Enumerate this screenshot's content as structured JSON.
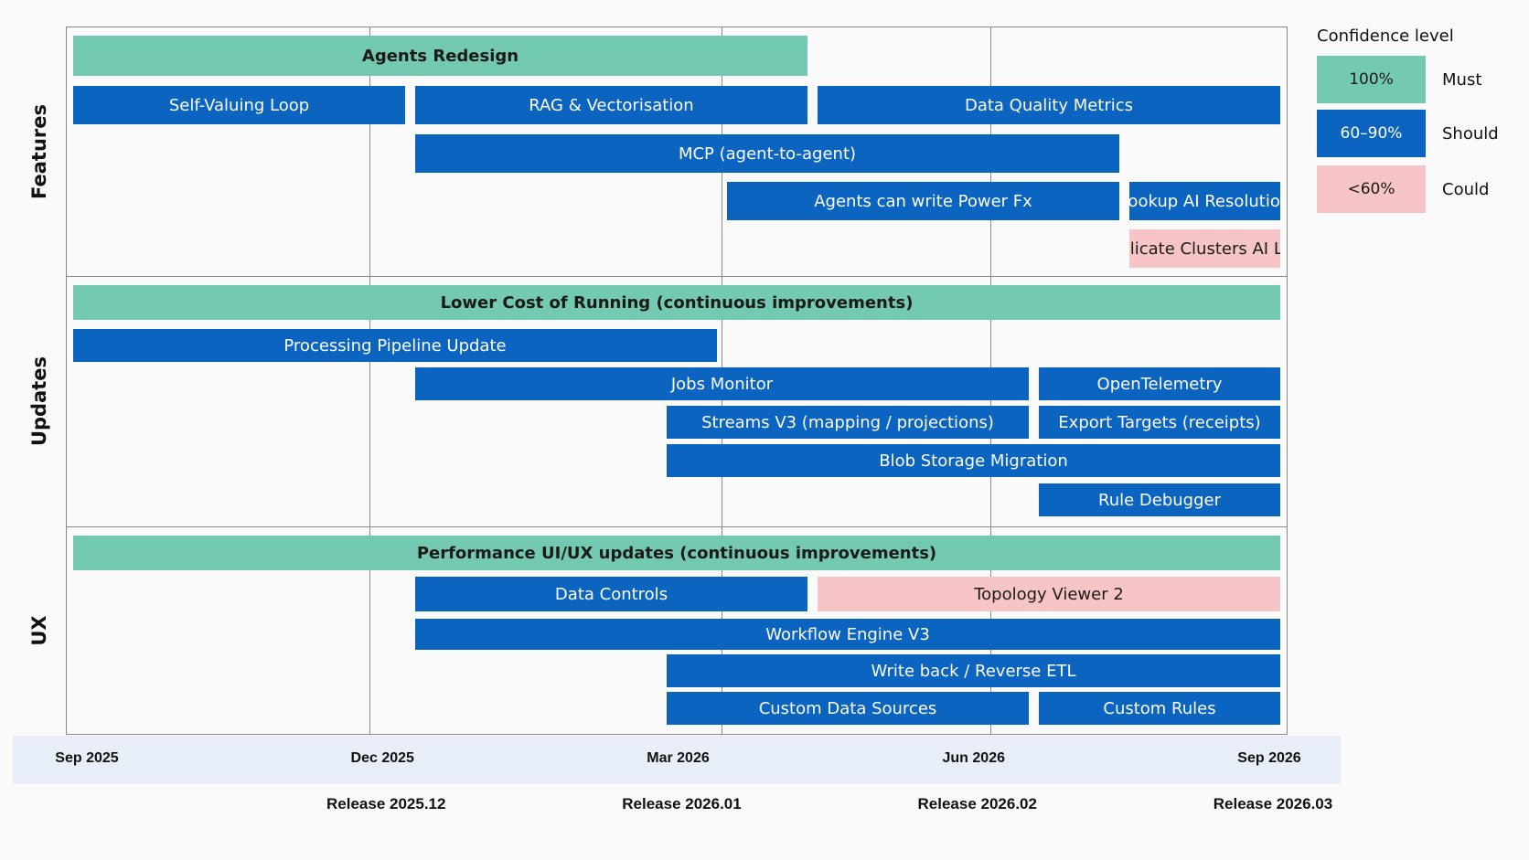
{
  "legend": {
    "title": "Confidence level",
    "items": [
      {
        "key": "must",
        "percent": "100%",
        "label": "Must",
        "color": "#74c9b2",
        "text_color": "#1a1a1a"
      },
      {
        "key": "should",
        "percent": "60–90%",
        "label": "Should",
        "color": "#0b64c0",
        "text_color": "#ffffff"
      },
      {
        "key": "could",
        "percent": "<60%",
        "label": "Could",
        "color": "#f7c5c5",
        "text_color": "#1a1a1a"
      }
    ]
  },
  "timeline": {
    "ticks": [
      {
        "label": "Sep 2025",
        "month": 0
      },
      {
        "label": "Dec 2025",
        "month": 3
      },
      {
        "label": "Mar 2026",
        "month": 6
      },
      {
        "label": "Jun 2026",
        "month": 9
      },
      {
        "label": "Sep 2026",
        "month": 12
      }
    ],
    "releases": [
      {
        "label": "Release 2025.12",
        "month": 3
      },
      {
        "label": "Release 2026.01",
        "month": 6
      },
      {
        "label": "Release 2026.02",
        "month": 9
      },
      {
        "label": "Release 2026.03",
        "month": 12
      }
    ]
  },
  "lanes": [
    {
      "name": "Features",
      "rows": 5,
      "items": [
        {
          "label": "Agents Redesign",
          "level": "must",
          "row": 0,
          "start": 0.0,
          "end": 7.3
        },
        {
          "label": "Self-Valuing Loop",
          "level": "should",
          "row": 1,
          "start": 0.0,
          "end": 3.3
        },
        {
          "label": "RAG & Vectorisation",
          "level": "should",
          "row": 1,
          "start": 3.4,
          "end": 7.3
        },
        {
          "label": "Data Quality Metrics",
          "level": "should",
          "row": 1,
          "start": 7.4,
          "end": 12.0
        },
        {
          "label": "MCP (agent-to-agent)",
          "level": "should",
          "row": 2,
          "start": 3.4,
          "end": 10.4
        },
        {
          "label": "Agents can write Power Fx",
          "level": "should",
          "row": 3,
          "start": 6.5,
          "end": 10.4
        },
        {
          "label": "Lookup AI Resolution",
          "level": "should",
          "row": 3,
          "start": 10.5,
          "end": 12.0
        },
        {
          "label": "Duplicate Clusters AI Loop",
          "level": "could",
          "row": 4,
          "start": 10.5,
          "end": 12.0
        }
      ]
    },
    {
      "name": "Updates",
      "rows": 6,
      "items": [
        {
          "label": "Lower Cost of Running (continuous improvements)",
          "level": "must",
          "row": 0,
          "start": 0.0,
          "end": 12.0
        },
        {
          "label": "Processing Pipeline Update",
          "level": "should",
          "row": 1,
          "start": 0.0,
          "end": 6.4
        },
        {
          "label": "Jobs Monitor",
          "level": "should",
          "row": 2,
          "start": 3.4,
          "end": 9.5
        },
        {
          "label": "OpenTelemetry",
          "level": "should",
          "row": 2,
          "start": 9.6,
          "end": 12.0
        },
        {
          "label": "Streams V3 (mapping / projections)",
          "level": "should",
          "row": 3,
          "start": 5.9,
          "end": 9.5
        },
        {
          "label": "Export Targets (receipts)",
          "level": "should",
          "row": 3,
          "start": 9.6,
          "end": 12.0
        },
        {
          "label": "Blob Storage Migration",
          "level": "should",
          "row": 4,
          "start": 5.9,
          "end": 12.0
        },
        {
          "label": "Rule Debugger",
          "level": "should",
          "row": 5,
          "start": 9.6,
          "end": 12.0
        }
      ]
    },
    {
      "name": "UX",
      "rows": 5,
      "items": [
        {
          "label": "Performance UI/UX updates (continuous improvements)",
          "level": "must",
          "row": 0,
          "start": 0.0,
          "end": 12.0
        },
        {
          "label": "Data Controls",
          "level": "should",
          "row": 1,
          "start": 3.4,
          "end": 7.3
        },
        {
          "label": "Topology Viewer 2",
          "level": "could",
          "row": 1,
          "start": 7.4,
          "end": 12.0
        },
        {
          "label": "Workflow Engine V3",
          "level": "should",
          "row": 2,
          "start": 3.4,
          "end": 12.0
        },
        {
          "label": "Write back / Reverse ETL",
          "level": "should",
          "row": 3,
          "start": 5.9,
          "end": 12.0
        },
        {
          "label": "Custom Data Sources",
          "level": "should",
          "row": 4,
          "start": 5.9,
          "end": 9.5
        },
        {
          "label": "Custom Rules",
          "level": "should",
          "row": 4,
          "start": 9.6,
          "end": 12.0
        }
      ]
    }
  ]
}
